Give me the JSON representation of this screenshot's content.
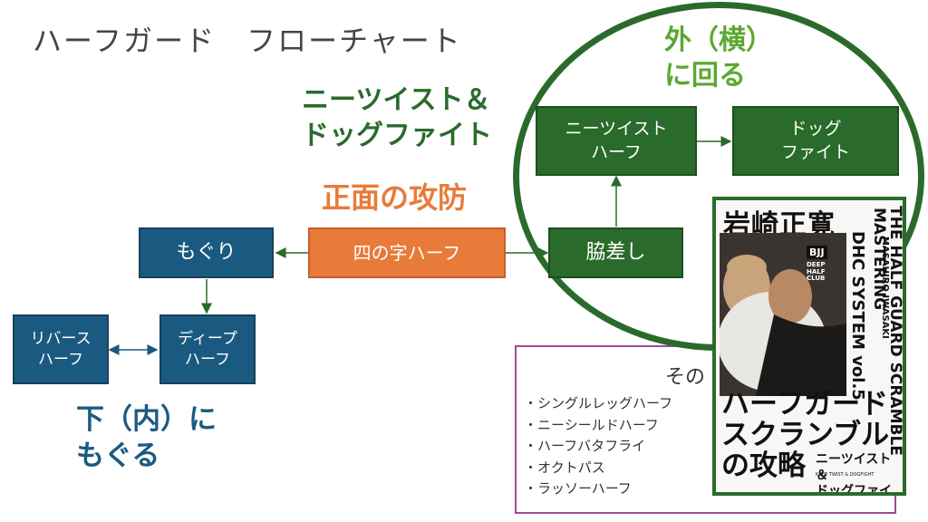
{
  "title": "ハーフガード　フローチャート",
  "labels": {
    "kneetwist_dogfight": "ニーツイスト＆\nドッグファイト",
    "front": "正面の攻防",
    "outside": "外（横）\nに回る",
    "inside": "下（内）に\nもぐる"
  },
  "nodes": {
    "moguri": "もぐり",
    "yonnoji": "四の字ハーフ",
    "wakizashi": "脇差し",
    "kneetwist": "ニーツイスト\nハーフ",
    "dog": "ドッグ\nファイト",
    "reverse": "リバース\nハーフ",
    "deep": "ディープ\nハーフ"
  },
  "others": {
    "title": "その",
    "items": [
      "・シングルレッグハーフ",
      "・ニーシールドハーフ",
      "・ハーフバタフライ",
      "・オクトパス",
      "・ラッソーハーフ"
    ]
  },
  "book": {
    "author_top": "岩崎正寛",
    "series": "DHC SYSTEM vol.5",
    "mastering": "MASTERING",
    "english": "THE HALF GUARD SCRAMBLE",
    "author_en": "MASAHIRO IWASAKI",
    "logo": "BJJ",
    "club": "DEEP HALF CLUB",
    "main_title": "ハーフガード\nスクランブル\nの攻略",
    "subtitle": "ニーツイスト\n＆\nドッグファイト",
    "subtitle_en": "KNEE TWIST & DOGFIGHT"
  },
  "colors": {
    "blue": "#1b5a80",
    "green": "#2a6b2b",
    "orange": "#e87b3a",
    "purple": "#9c4a9a",
    "label_blue": "#1b5a80",
    "label_green": "#2a6b2b",
    "label_lime": "#5aa832",
    "label_orange": "#e87b3a"
  }
}
